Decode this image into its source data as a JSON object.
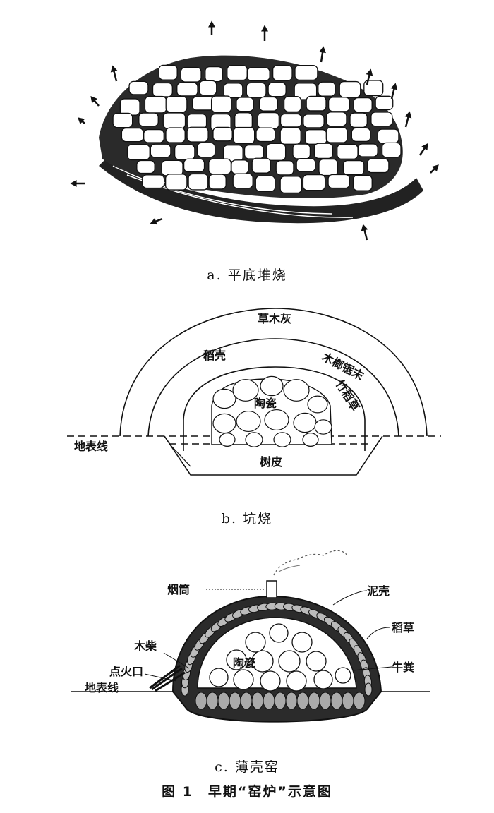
{
  "panel_a": {
    "caption": "a. 平底堆烧"
  },
  "panel_b": {
    "caption": "b. 坑烧",
    "labels": {
      "ash": "草木灰",
      "rice_husk": "稻壳",
      "sawdust": "木榔锯末",
      "bamboo_straw": "竹稻草",
      "ceramics": "陶瓷",
      "ground_line": "地表线",
      "bark": "树皮"
    }
  },
  "panel_c": {
    "caption": "c. 薄壳窑",
    "labels": {
      "chimney": "烟筒",
      "mud_shell": "泥壳",
      "straw": "稻草",
      "firewood": "木柴",
      "cow_dung": "牛粪",
      "ignition": "点火口",
      "ceramics": "陶瓷",
      "ground_line": "地表线"
    }
  },
  "figure": {
    "title": "图 1　早期“窑炉”示意图"
  },
  "colors": {
    "ink": "#111111",
    "background": "#ffffff"
  }
}
